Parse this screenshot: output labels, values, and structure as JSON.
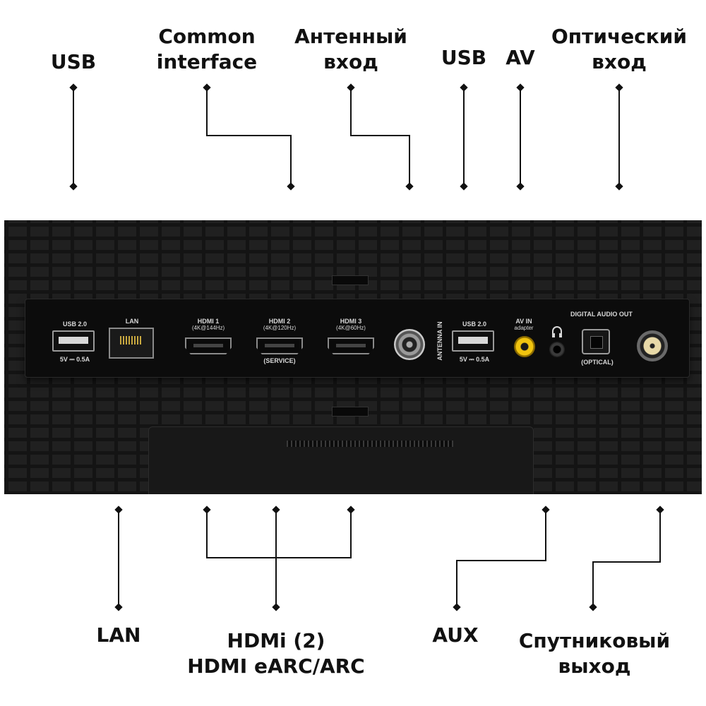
{
  "callouts": {
    "top": {
      "usb_left": "USB",
      "common_interface": [
        "Common",
        "interface"
      ],
      "antenna_input": [
        "Антенный",
        "вход"
      ],
      "usb_right": "USB",
      "av": "AV",
      "optical_input": [
        "Оптический",
        "вход"
      ]
    },
    "bottom": {
      "lan": "LAN",
      "hdmi": [
        "HDMi (2)",
        "HDMI eARC/ARC"
      ],
      "aux": "AUX",
      "satellite_output": [
        "Спутниковый",
        "выход"
      ]
    }
  },
  "panel": {
    "usb1": {
      "label": "USB 2.0",
      "rating": "5V ⎓ 0.5A"
    },
    "lan": {
      "label": "LAN"
    },
    "hdmi1": {
      "label": "HDMI 1",
      "spec": "(4K@144Hz)"
    },
    "hdmi2": {
      "label": "HDMI 2",
      "spec": "(4K@120Hz)",
      "note": "(SERVICE)"
    },
    "hdmi3": {
      "label": "HDMI 3",
      "spec": "(4K@60Hz)"
    },
    "antenna": {
      "label": "ANTENNA IN"
    },
    "usb2": {
      "label": "USB 2.0",
      "rating": "5V ⎓ 0.5A"
    },
    "av_in": {
      "label": "AV IN",
      "sub": "adapter"
    },
    "digital_audio": {
      "label": "DIGITAL",
      "label2": "AUDIO OUT",
      "note": "(OPTICAL)"
    }
  },
  "colors": {
    "leader_line": "#111111",
    "panel_background": "#202020",
    "av_jack": "#f1c40f",
    "satellite_jack": "#e8d9a8"
  },
  "icons": {
    "headphone": "headphone-icon",
    "leader_end": "diamond-marker"
  }
}
